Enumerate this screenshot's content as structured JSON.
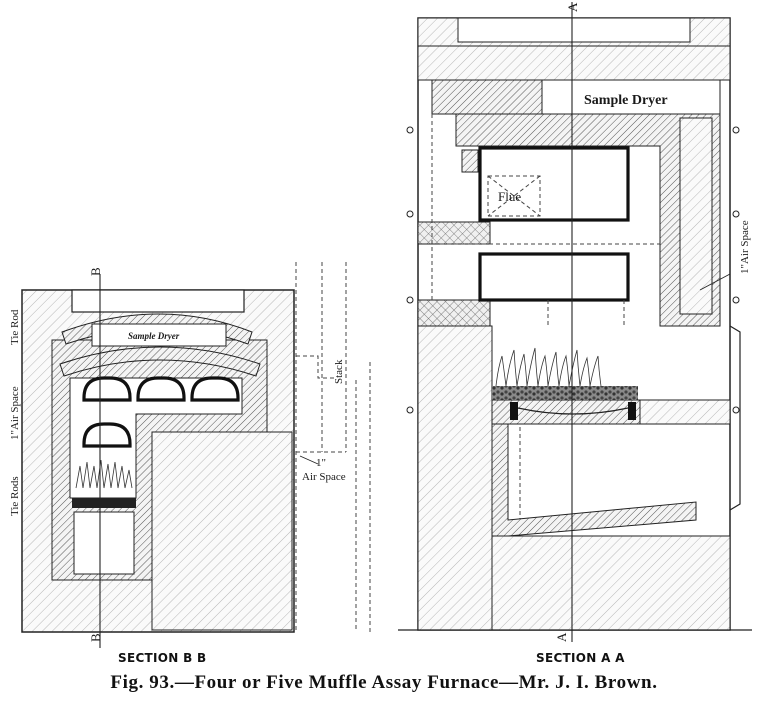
{
  "figure": {
    "caption": "Fig. 93.—Four or Five Muffle Assay Furnace—Mr. J. I. Brown."
  },
  "section_bb": {
    "title": "SECTION B B",
    "cut_mark": "B",
    "labels": {
      "sample_dryer": "Sample Dryer",
      "tie_rod": "Tie Rod",
      "air_space_left": "1\"Air Space",
      "tie_rods": "Tie Rods",
      "stack": "Stack",
      "air_space_num": "1\"",
      "air_space_text": "Air Space"
    }
  },
  "section_aa": {
    "title": "SECTION A A",
    "cut_mark": "A",
    "labels": {
      "sample_dryer": "Sample Dryer",
      "flue": "Flue",
      "air_space": "1\"Air Space"
    }
  }
}
